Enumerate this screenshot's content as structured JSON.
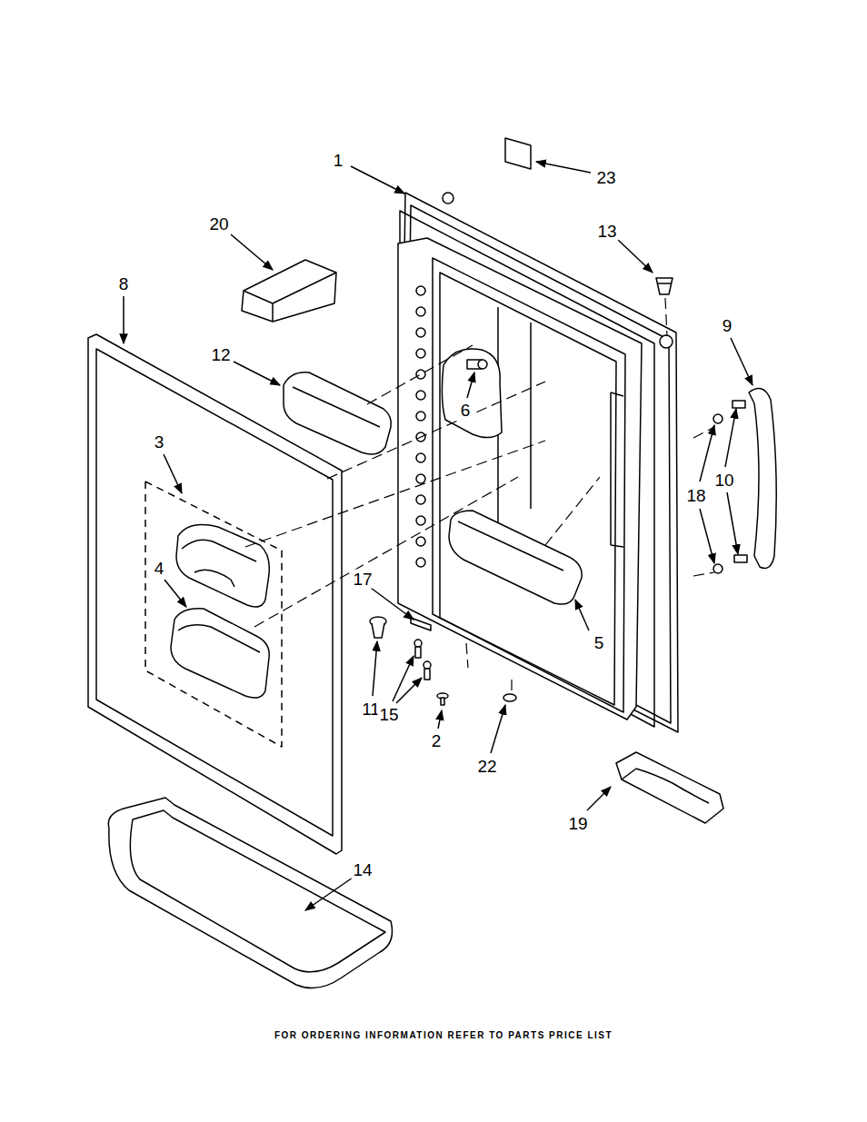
{
  "diagram": {
    "labels": [
      "1",
      "23",
      "20",
      "13",
      "8",
      "9",
      "12",
      "6",
      "3",
      "18",
      "10",
      "4",
      "17",
      "5",
      "11",
      "15",
      "2",
      "22",
      "19",
      "14",
      "FOR ORDERING INFORMATION REFER TO PARTS PRICE LIST"
    ]
  }
}
